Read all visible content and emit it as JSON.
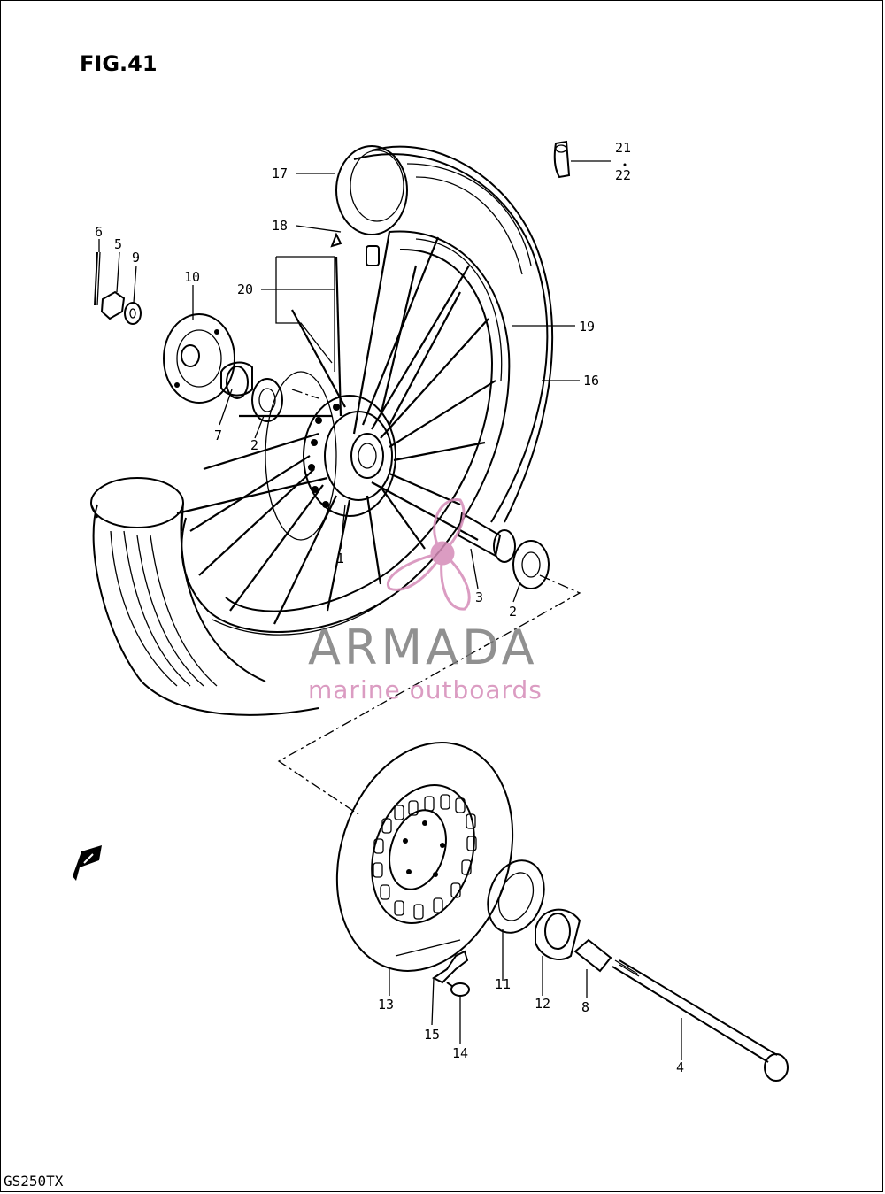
{
  "figure": {
    "title": "FIG.41",
    "model": "GS250TX"
  },
  "callouts": [
    {
      "id": "c17",
      "text": "17"
    },
    {
      "id": "c18",
      "text": "18"
    },
    {
      "id": "c20",
      "text": "20"
    },
    {
      "id": "c6",
      "text": "6"
    },
    {
      "id": "c5",
      "text": "5"
    },
    {
      "id": "c9",
      "text": "9"
    },
    {
      "id": "c10",
      "text": "10"
    },
    {
      "id": "c7",
      "text": "7"
    },
    {
      "id": "c2a",
      "text": "2"
    },
    {
      "id": "c21",
      "text": "21"
    },
    {
      "id": "c22",
      "text": "22"
    },
    {
      "id": "c19",
      "text": "19"
    },
    {
      "id": "c16",
      "text": "16"
    },
    {
      "id": "c1",
      "text": "1"
    },
    {
      "id": "c3",
      "text": "3"
    },
    {
      "id": "c2b",
      "text": "2"
    },
    {
      "id": "c13",
      "text": "13"
    },
    {
      "id": "c15",
      "text": "15"
    },
    {
      "id": "c14",
      "text": "14"
    },
    {
      "id": "c11",
      "text": "11"
    },
    {
      "id": "c12",
      "text": "12"
    },
    {
      "id": "c8",
      "text": "8"
    },
    {
      "id": "c4",
      "text": "4"
    }
  ],
  "watermark": {
    "brand": "ARMADA",
    "tagline": "marine outboards",
    "color_text": "#7d7d7d",
    "color_accent": "#d58bb8"
  },
  "icons": {
    "logo": "propeller-logo-icon",
    "front_marker": "front-arrow-icon"
  }
}
